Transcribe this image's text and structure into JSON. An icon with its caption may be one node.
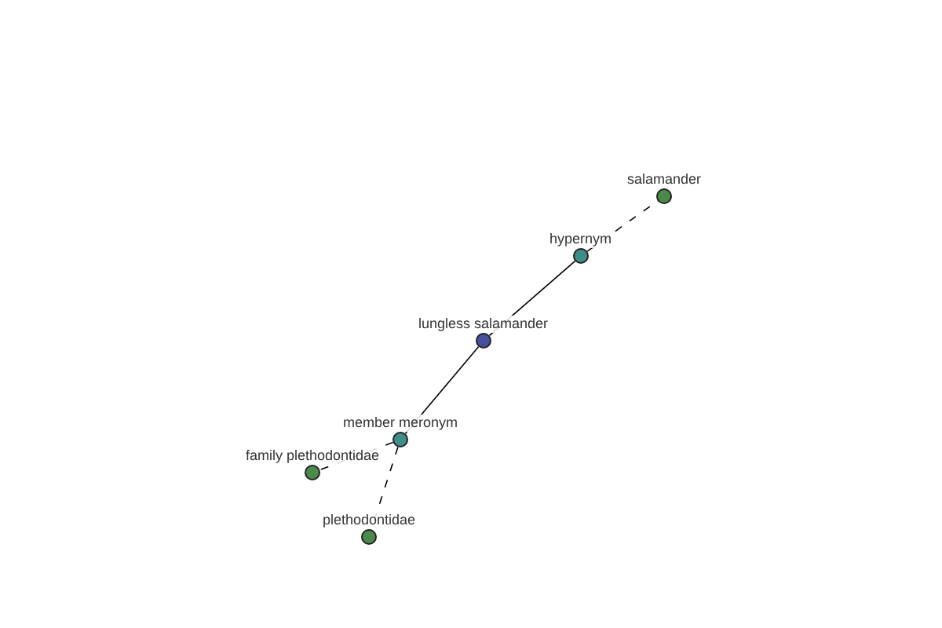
{
  "diagram": {
    "nodes": [
      {
        "text": [
          "salamander"
        ]
      },
      {
        "text": [
          "hypernym"
        ]
      },
      {
        "text": [
          "lungless salamander"
        ]
      },
      {
        "text": [
          "member meronym"
        ]
      },
      {
        "text": [
          "family plethodontidae"
        ]
      },
      {
        "text": [
          "plethodontidae"
        ]
      }
    ],
    "edges": [
      {
        "from": 2,
        "to": 1,
        "arrow": "none"
      },
      {
        "from": 1,
        "to": 0,
        "arrow": "none",
        "style": "dashed"
      },
      {
        "from": 2,
        "to": 3,
        "arrow": "none"
      },
      {
        "from": 3,
        "to": 4,
        "arrow": "none",
        "style": "dashed"
      },
      {
        "from": 3,
        "to": 5,
        "arrow": "none",
        "style": "dashed"
      }
    ]
  }
}
